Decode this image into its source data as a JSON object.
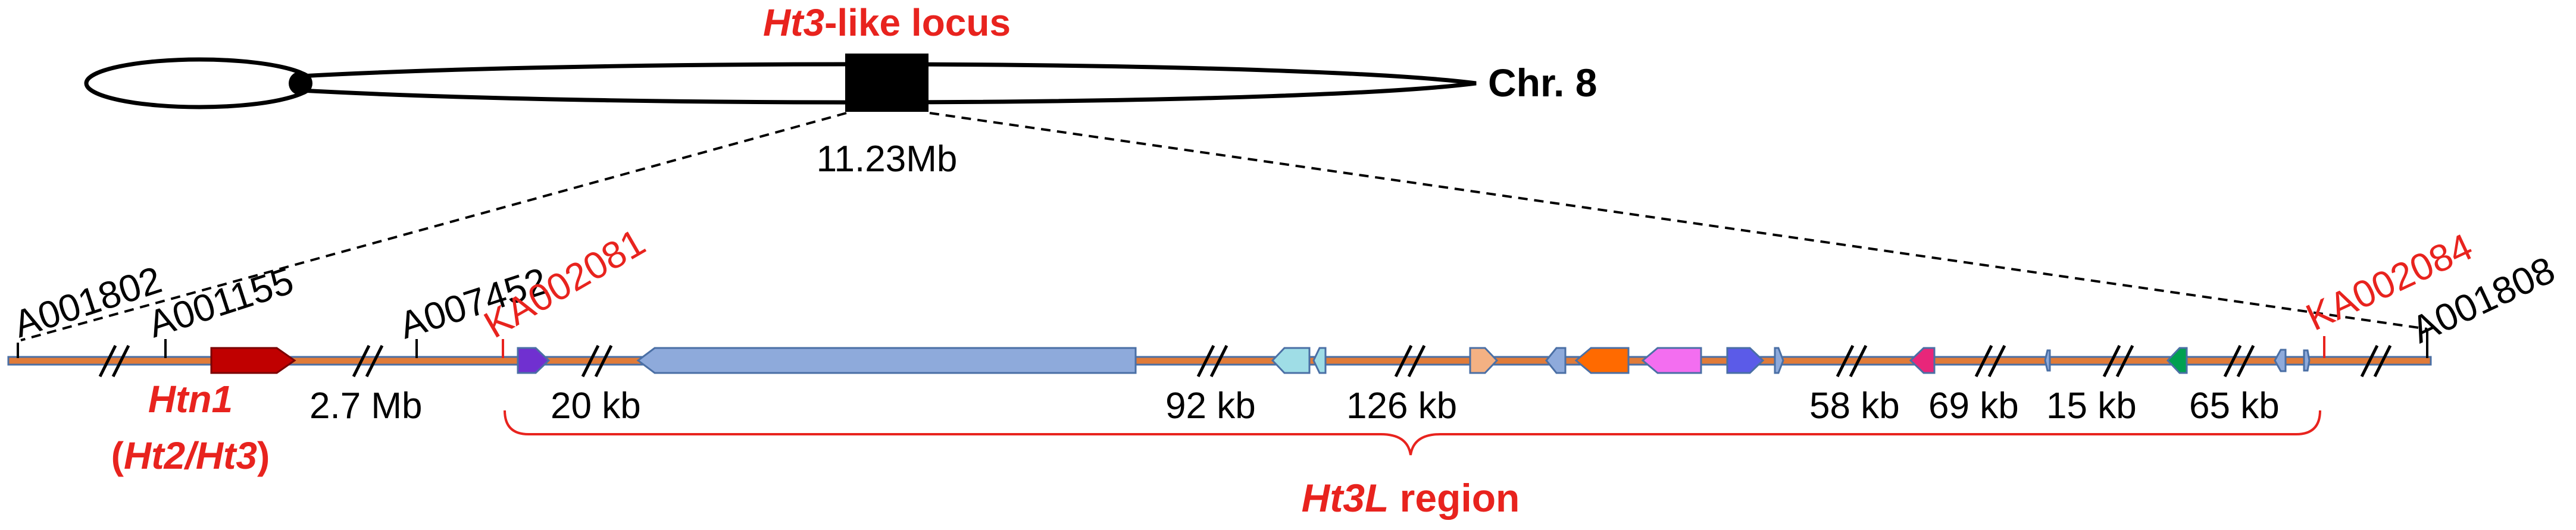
{
  "chromosome": {
    "name": "Chr. 8",
    "locus_title_italic": "Ht3",
    "locus_title_rest": "-like locus",
    "position": "11.23Mb"
  },
  "markers": [
    {
      "id": "A001802",
      "color": "#000000"
    },
    {
      "id": "A001155",
      "color": "#000000"
    },
    {
      "id": "A007452",
      "color": "#000000"
    },
    {
      "id": "KA002081",
      "color": "#e8231e"
    },
    {
      "id": "KA002084",
      "color": "#e8231e"
    },
    {
      "id": "A001808",
      "color": "#000000"
    }
  ],
  "gap_labels": [
    "2.7 Mb",
    "20 kb",
    "92 kb",
    "126 kb",
    "58 kb",
    "69 kb",
    "15 kb",
    "65 kb"
  ],
  "gene": {
    "name": "Htn1",
    "alias_open": "(",
    "alias_a": "Ht2",
    "alias_sep": "/",
    "alias_b": "Ht3",
    "alias_close": ")"
  },
  "region": {
    "name_italic": "Ht3L",
    "name_rest": " region"
  },
  "colors": {
    "accent_red": "#e8231e",
    "line_orange": "#e07b39",
    "line_blue": "#4a6fa5",
    "gene_dark_red": "#c00000",
    "big_gene_blue": "#8eaadb",
    "purple": "#7030d0",
    "light_cyan": "#9fdde6",
    "peach": "#f4b183",
    "orange": "#ff6a00",
    "magenta_light": "#f36ef0",
    "blue_violet": "#5b5be8",
    "pink": "#e8267a",
    "green": "#00a050"
  }
}
